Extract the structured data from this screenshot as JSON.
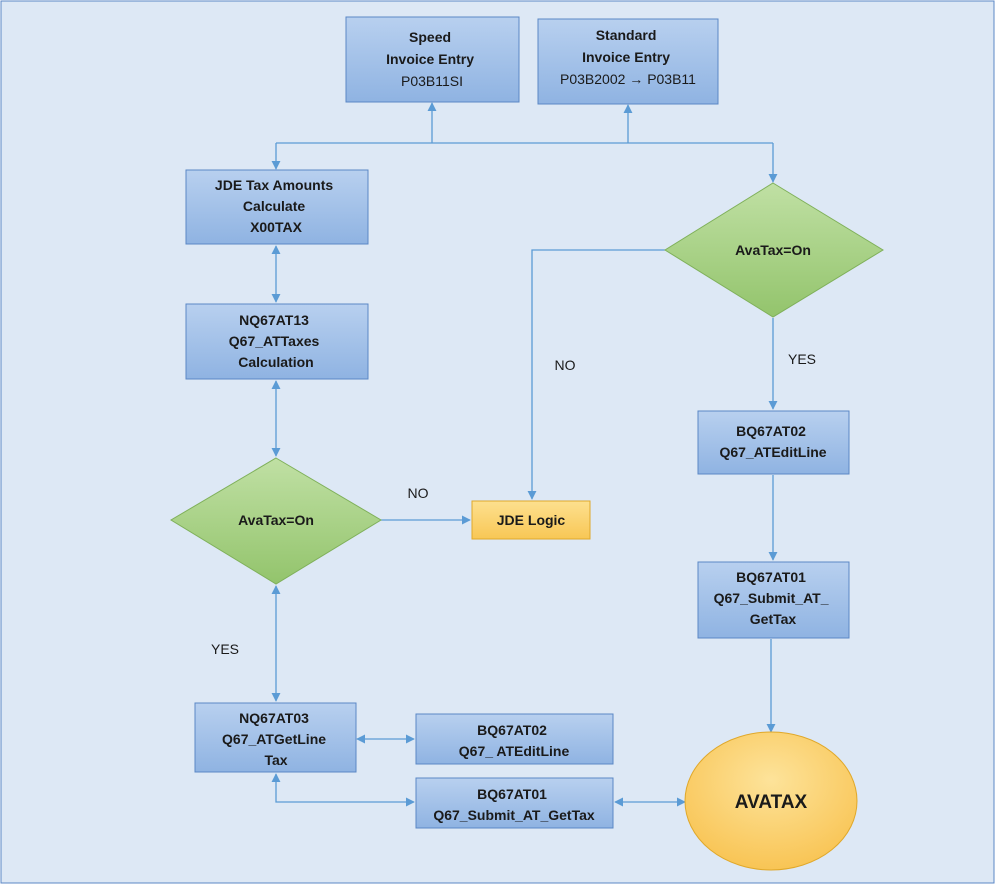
{
  "nodes": {
    "speed": {
      "line1": "Speed",
      "line2": "Invoice Entry",
      "line3": "P03B11SI"
    },
    "standard": {
      "line1": "Standard",
      "line2": "Invoice Entry",
      "line3": "P03B2002 → P03B11"
    },
    "jde_tax": {
      "line1": "JDE Tax Amounts",
      "line2": "Calculate",
      "line3": "X00TAX"
    },
    "nq67at13": {
      "line1": "NQ67AT13",
      "line2": "Q67_ATTaxes",
      "line3": "Calculation"
    },
    "avatax_right": {
      "label": "AvaTax=On"
    },
    "avatax_left": {
      "label": "AvaTax=On"
    },
    "jde_logic": {
      "label": "JDE Logic"
    },
    "bq67at02_right": {
      "line1": "BQ67AT02",
      "line2": "Q67_ATEditLine"
    },
    "bq67at01_right": {
      "line1": "BQ67AT01",
      "line2": "Q67_Submit_AT_",
      "line3": "GetTax"
    },
    "nq67at03": {
      "line1": "NQ67AT03",
      "line2": "Q67_ATGetLine",
      "line3": "Tax"
    },
    "bq67at02_bottom": {
      "line1": "BQ67AT02",
      "line2": "Q67_ ATEditLine"
    },
    "bq67at01_bottom": {
      "line1": "BQ67AT01",
      "line2": "Q67_Submit_AT_GetTax"
    },
    "avatax_ellipse": {
      "label": "AVATAX"
    }
  },
  "edge_labels": {
    "no_right": "NO",
    "yes_right": "YES",
    "no_left": "NO",
    "yes_left": "YES"
  },
  "colors": {
    "background": "#dde8f5",
    "box_fill": "#9dbde6",
    "diamond_fill": "#a6cf85",
    "jde_logic_fill": "#fbcf6e",
    "ellipse_fill": "#fbcf6e",
    "connector": "#5b9bd5"
  }
}
